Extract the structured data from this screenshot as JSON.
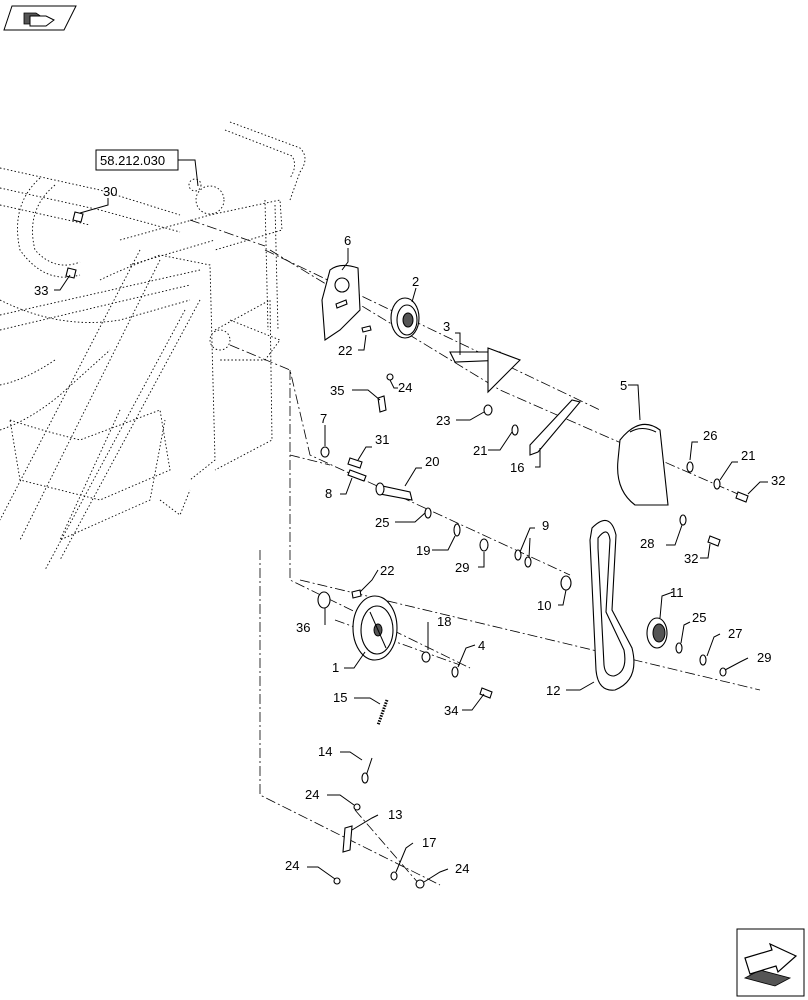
{
  "reference_label": "58.212.030",
  "nav_icons": {
    "top_left": "folder-back-icon",
    "bottom_right": "next-page-arrow-icon"
  },
  "callouts": {
    "c1": "1",
    "c2": "2",
    "c3": "3",
    "c4": "4",
    "c5": "5",
    "c6": "6",
    "c7": "7",
    "c8": "8",
    "c9": "9",
    "c10": "10",
    "c11": "11",
    "c12": "12",
    "c13": "13",
    "c14": "14",
    "c15": "15",
    "c16": "16",
    "c17": "17",
    "c18": "18",
    "c19": "19",
    "c20": "20",
    "c21a": "21",
    "c21b": "21",
    "c22a": "22",
    "c22b": "22",
    "c23": "23",
    "c24a": "24",
    "c24b": "24",
    "c24c": "24",
    "c24d": "24",
    "c25a": "25",
    "c25b": "25",
    "c26": "26",
    "c27": "27",
    "c28": "28",
    "c29a": "29",
    "c29b": "29",
    "c30": "30",
    "c31": "31",
    "c32a": "32",
    "c32b": "32",
    "c33": "33",
    "c34": "34",
    "c35": "35",
    "c36": "36"
  }
}
